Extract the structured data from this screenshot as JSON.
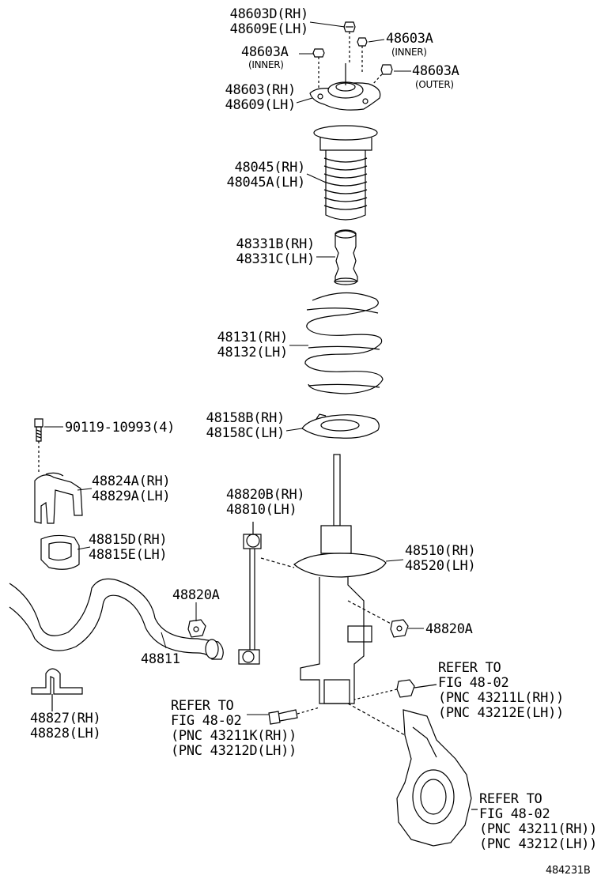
{
  "parts": {
    "nut_top": [
      "48603D(RH)",
      "48609E(LH)"
    ],
    "nut_inner_right": "48603A",
    "nut_inner_right_note": "(INNER)",
    "nut_inner_left": "48603A",
    "nut_inner_left_note": "(INNER)",
    "nut_outer": "48603A",
    "nut_outer_note": "(OUTER)",
    "support": [
      "48603(RH)",
      "48609(LH)"
    ],
    "boot": [
      "48045(RH)",
      "48045A(LH)"
    ],
    "bumper": [
      "48331B(RH)",
      "48331C(LH)"
    ],
    "spring": [
      "48131(RH)",
      "48132(LH)"
    ],
    "insulator": [
      "48158B(RH)",
      "48158C(LH)"
    ],
    "bolt": "90119-10993(4)",
    "bracket": [
      "48824A(RH)",
      "48829A(LH)"
    ],
    "bushing": [
      "48815D(RH)",
      "48815E(LH)"
    ],
    "link": [
      "48820B(RH)",
      "48810(LH)"
    ],
    "strut": [
      "48510(RH)",
      "48520(LH)"
    ],
    "link_nut_left": "48820A",
    "link_nut_right": "48820A",
    "stabilizer": "48811",
    "lower_bracket": [
      "48827(RH)",
      "48828(LH)"
    ],
    "refer_nut": [
      "REFER TO",
      "FIG 48-02",
      "(PNC 43211L(RH))",
      "(PNC 43212E(LH))"
    ],
    "refer_bolt": [
      "REFER TO",
      "FIG 48-02",
      "(PNC 43211K(RH))",
      "(PNC 43212D(LH))"
    ],
    "refer_knuckle": [
      "REFER TO",
      "FIG 48-02",
      "(PNC 43211(RH))",
      "(PNC 43212(LH))"
    ]
  },
  "figure_id": "484231B"
}
